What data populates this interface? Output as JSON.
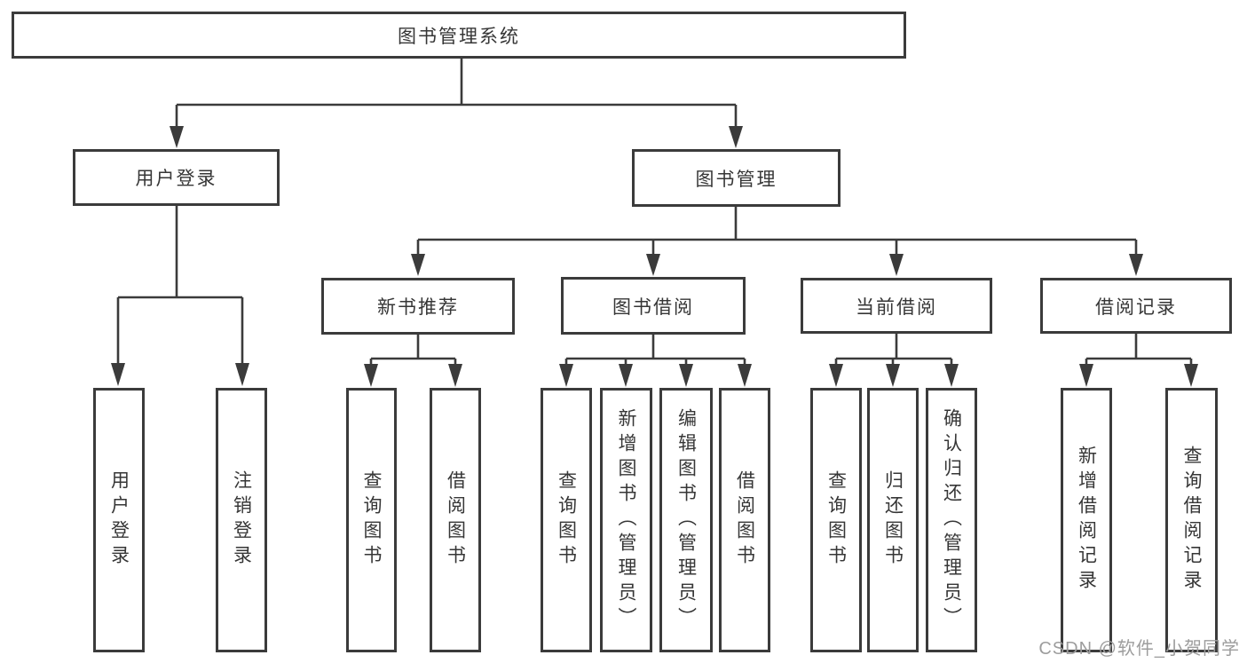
{
  "tree": {
    "root": "图书管理系统",
    "children": [
      {
        "label": "用户登录",
        "children": [
          {
            "label": "用户登录"
          },
          {
            "label": "注销登录"
          }
        ]
      },
      {
        "label": "图书管理",
        "children": [
          {
            "label": "新书推荐",
            "children": [
              {
                "label": "查询图书"
              },
              {
                "label": "借阅图书"
              }
            ]
          },
          {
            "label": "图书借阅",
            "children": [
              {
                "label": "查询图书"
              },
              {
                "label": "新增图书（管理员）"
              },
              {
                "label": "编辑图书（管理员）"
              },
              {
                "label": "借阅图书"
              }
            ]
          },
          {
            "label": "当前借阅",
            "children": [
              {
                "label": "查询图书"
              },
              {
                "label": "归还图书"
              },
              {
                "label": "确认归还（管理员）"
              }
            ]
          },
          {
            "label": "借阅记录",
            "children": [
              {
                "label": "新增借阅记录"
              },
              {
                "label": "查询借阅记录"
              }
            ]
          }
        ]
      }
    ]
  },
  "watermark": "CSDN @软件_小贺同学",
  "colors": {
    "line": "#3b3b3b",
    "box_border": "#3b3b3b",
    "text": "#363636",
    "watermark": "#9d9d9d",
    "background": "#ffffff"
  }
}
